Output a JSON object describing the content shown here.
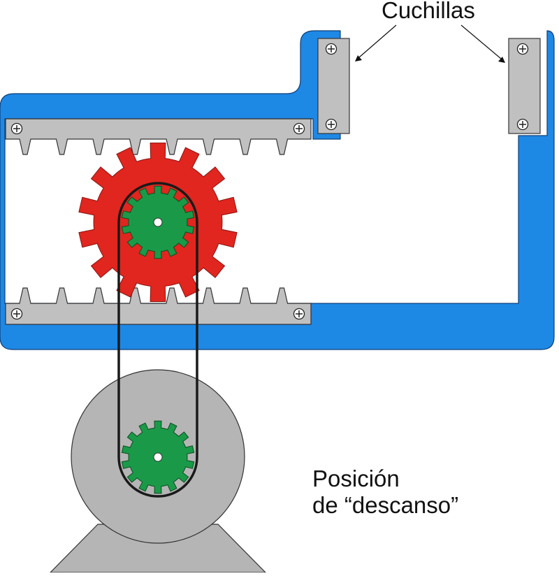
{
  "labels": {
    "blades": "Cuchillas",
    "position_line1": "Posición",
    "position_line2": "de “descanso”"
  },
  "colors": {
    "frame": "#1e88e5",
    "steel": "#c0c0c0",
    "gear_large": "#e0261f",
    "gear_small": "#1a9a48",
    "motor": "#b5b5b5",
    "belt": "#1a1a1a",
    "outline": "#222222"
  },
  "icons": [
    "screw-icon",
    "arrow-icon"
  ]
}
